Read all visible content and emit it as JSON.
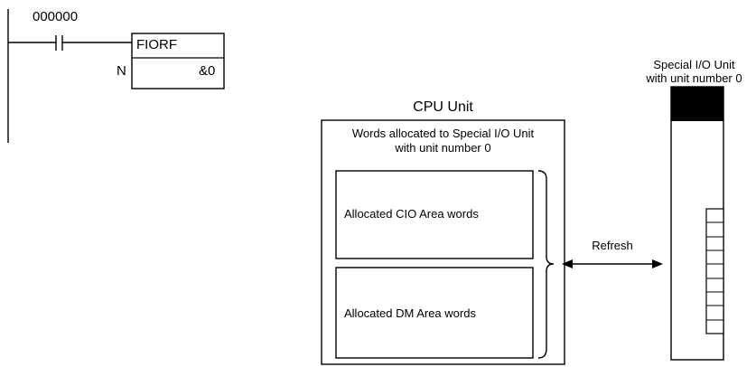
{
  "ladder": {
    "contact_address": "000000",
    "instruction_name": "FIORF",
    "operand_name": "N",
    "operand_value": "&0"
  },
  "cpu_unit": {
    "title": "CPU Unit",
    "words_label_line1": "Words allocated to Special I/O Unit",
    "words_label_line2": "with unit number 0",
    "cio_box_label": "Allocated CIO Area words",
    "dm_box_label": "Allocated DM Area words"
  },
  "refresh_label": "Refresh",
  "special_unit": {
    "label_line1": "Special I/O Unit",
    "label_line2": "with unit number 0"
  },
  "colors": {
    "line": "#000000",
    "unit_header": "#000000",
    "background": "#ffffff"
  }
}
